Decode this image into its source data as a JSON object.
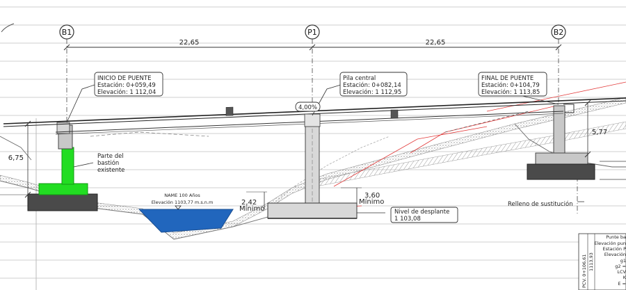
{
  "axes": [
    {
      "id": "B1"
    },
    {
      "id": "P1"
    },
    {
      "id": "B2"
    }
  ],
  "spans": {
    "left": "22,65",
    "right": "22,65"
  },
  "callouts": {
    "start": {
      "title": "INICIO DE PUENTE",
      "station": "Estación: 0+059,49",
      "elevation": "Elevación: 1 112,04"
    },
    "center": {
      "title": "Pila central",
      "station": "Estación: 0+082,14",
      "elevation": "Elevación: 1 112,95"
    },
    "end": {
      "title": "FINAL DE PUENTE",
      "station": "Estación: 0+104,79",
      "elevation": "Elevación: 1 113,85"
    }
  },
  "slope": "4,00%",
  "dimensions": {
    "left_height": "6,75",
    "right_height": "5,77",
    "min_left_value": "2,42",
    "min_left_label": "Mínimo",
    "min_right_value": "3,60",
    "min_right_label": "Mínimo"
  },
  "labels": {
    "abutment_line1": "Parte del",
    "abutment_line2": "bastión",
    "abutment_line3": "existente",
    "water_line1": "NAME 100 Años",
    "water_line2": "Elevación 1103,77 m.s.n.m",
    "foundation_title": "Nivel de desplante",
    "foundation_value": "1 103,08",
    "fill": "Relleno de sustitución"
  },
  "table_fragment": {
    "vertical1": "PCV. 0+106,61",
    "vertical2": "1113,93",
    "rows": [
      "Punte ba",
      "Elevación pun",
      "Estación P",
      "Elevación",
      "g1",
      "g2 =",
      "LCV",
      "K",
      "E ="
    ]
  },
  "colors": {
    "existing_abutment": "#22dd22",
    "foundation": "#4a4a4a",
    "water": "#2166bd",
    "new_footing": "#d8d8d8",
    "grid": "#cfcfcf",
    "guide_red": "#e23a3a"
  }
}
